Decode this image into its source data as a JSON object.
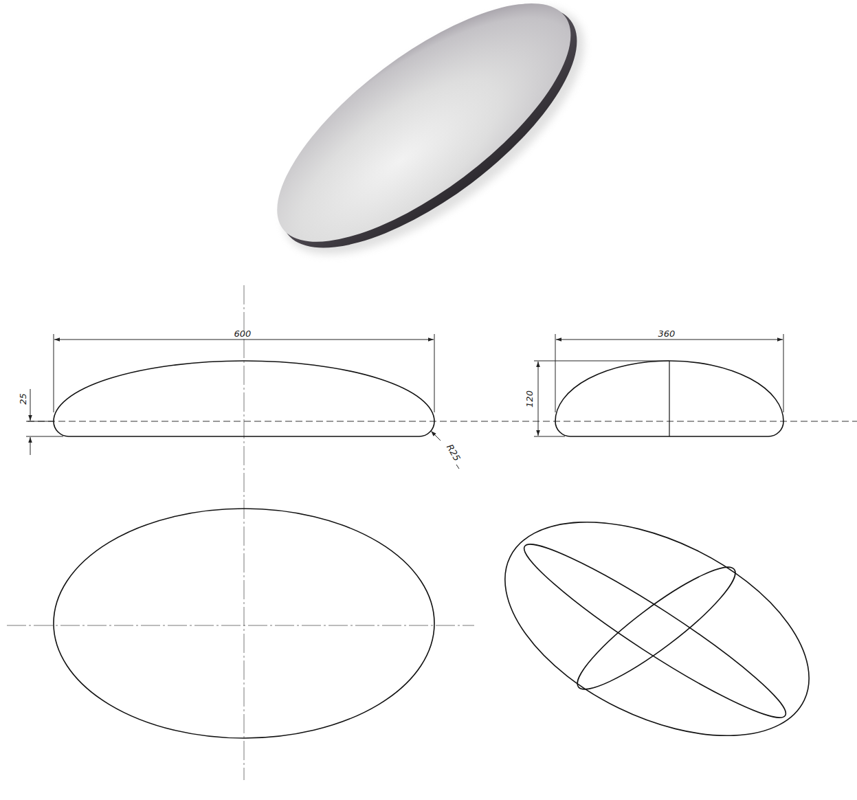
{
  "diagram": {
    "labels": [
      "600",
      "25",
      "R25",
      "360",
      "120"
    ]
  }
}
